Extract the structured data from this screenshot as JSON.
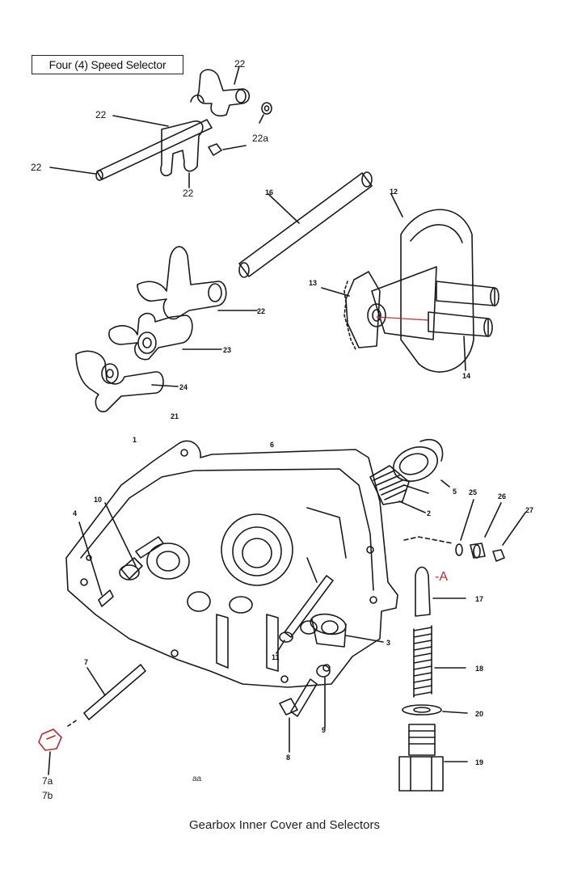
{
  "title": "Four (4) Speed Selector",
  "caption": "Gearbox Inner Cover and Selectors",
  "code": "aa",
  "labels": {
    "l22a": "22",
    "l22b": "22",
    "l22c": "22",
    "l22d": "22",
    "l22a_nut": "22a",
    "l16": "16",
    "l12": "12",
    "l13": "13",
    "l14": "14",
    "l22e": "22",
    "l23": "23",
    "l24": "24",
    "l21": "21",
    "l1": "1",
    "l6": "6",
    "l5": "5",
    "l2": "2",
    "l25": "25",
    "l26": "26",
    "l27": "27",
    "l10": "10",
    "l4": "4",
    "lA": "-A",
    "l17": "17",
    "l3": "3",
    "l11": "11",
    "l18": "18",
    "l7": "7",
    "l9": "9",
    "l20": "20",
    "l8": "8",
    "l19": "19",
    "l7a": "7a",
    "l7b": "7b"
  },
  "colors": {
    "ink": "#1a1a1a",
    "accent": "#c0282d"
  }
}
